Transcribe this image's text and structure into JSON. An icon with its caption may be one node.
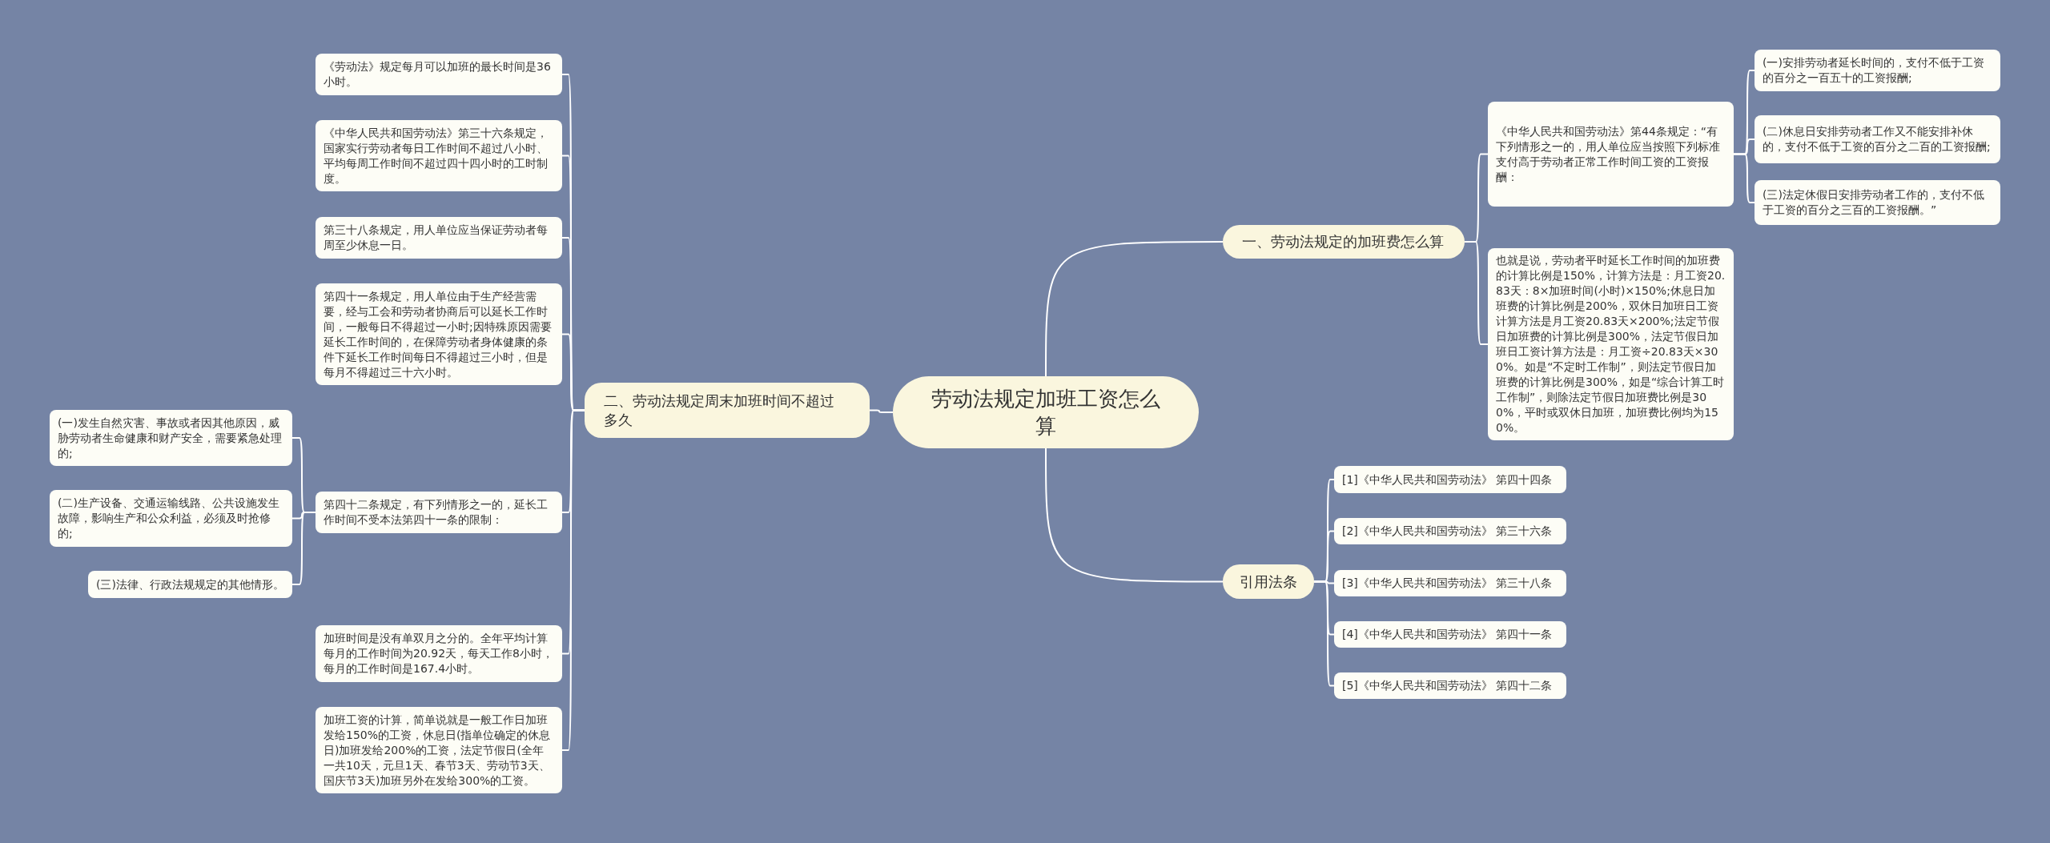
{
  "diagram": {
    "nodes": [
      {
        "text": [
          "劳动法规定加班工资怎么算"
        ]
      },
      {
        "text": [
          "一、劳动法规定的加班费怎么算"
        ]
      },
      {
        "text": [
          "《中华人民共和国劳动法》第44条规定：“有下列情形之一的，用人单位应当按照下列标准支付高于劳动者正常工作时间工资的工资报酬："
        ]
      },
      {
        "text": [
          "(一)安排劳动者延长时间的，支付不低于工资的百分之一百五十的工资报酬;"
        ]
      },
      {
        "text": [
          "(二)休息日安排劳动者工作又不能安排补休的，支付不低于工资的百分之二百的工资报酬;"
        ]
      },
      {
        "text": [
          "(三)法定休假日安排劳动者工作的，支付不低于工资的百分之三百的工资报酬。”"
        ]
      },
      {
        "text": [
          "也就是说，劳动者平时延长工作时间的加班费的计算比例是150%，计算方法是：月工资20.83天：8×加班时间(小时)×150%;休息日加班费的计算比例是200%，双休日加班日工资计算方法是月工资20.83天×200%;法定节假日加班费的计算比例是300%，法定节假日加班日工资计算方法是：月工资÷20.83天×300%。如是“不定时工作制”，则法定节假日加班费的计算比例是300%，如是“综合计算工时工作制”，则除法定节假日加班费比例是300%，平时或双休日加班，加班费比例均为150%。"
        ]
      },
      {
        "text": [
          "引用法条"
        ]
      },
      {
        "text": [
          "[1]《中华人民共和国劳动法》 第四十四条"
        ]
      },
      {
        "text": [
          "[2]《中华人民共和国劳动法》 第三十六条"
        ]
      },
      {
        "text": [
          "[3]《中华人民共和国劳动法》 第三十八条"
        ]
      },
      {
        "text": [
          "[4]《中华人民共和国劳动法》 第四十一条"
        ]
      },
      {
        "text": [
          "[5]《中华人民共和国劳动法》 第四十二条"
        ]
      },
      {
        "text": [
          "二、劳动法规定周末加班时间不超过多久"
        ]
      },
      {
        "text": [
          "《劳动法》规定每月可以加班的最长时间是36小时。"
        ]
      },
      {
        "text": [
          "《中华人民共和国劳动法》第三十六条规定，国家实行劳动者每日工作时间不超过八小时、平均每周工作时间不超过四十四小时的工时制度。"
        ]
      },
      {
        "text": [
          "第三十八条规定，用人单位应当保证劳动者每周至少休息一日。"
        ]
      },
      {
        "text": [
          "第四十一条规定，用人单位由于生产经营需要，经与工会和劳动者协商后可以延长工作时间，一般每日不得超过一小时;因特殊原因需要延长工作时间的，在保障劳动者身体健康的条件下延长工作时间每日不得超过三小时，但是每月不得超过三十六小时。"
        ]
      },
      {
        "text": [
          "第四十二条规定，有下列情形之一的，延长工作时间不受本法第四十一条的限制："
        ]
      },
      {
        "text": [
          "(一)发生自然灾害、事故或者因其他原因，威胁劳动者生命健康和财产安全，需要紧急处理的;"
        ]
      },
      {
        "text": [
          "(二)生产设备、交通运输线路、公共设施发生故障，影响生产和公众利益，必须及时抢修的;"
        ]
      },
      {
        "text": [
          "(三)法律、行政法规规定的其他情形。"
        ]
      },
      {
        "text": [
          "加班时间是没有单双月之分的。全年平均计算每月的工作时间为20.92天，每天工作8小时，每月的工作时间是167.4小时。"
        ]
      },
      {
        "text": [
          "加班工资的计算，简单说就是一般工作日加班发给150%的工资，休息日(指单位确定的休息日)加班发给200%的工资，法定节假日(全年一共10天，元旦1天、春节3天、劳动节3天、国庆节3天)加班另外在发给300%的工资。"
        ]
      }
    ],
    "edges": [
      {
        "from": 0,
        "to": 1,
        "arrow": "none"
      },
      {
        "from": 1,
        "to": 2,
        "arrow": "none"
      },
      {
        "from": 2,
        "to": 3,
        "arrow": "none"
      },
      {
        "from": 2,
        "to": 4,
        "arrow": "none"
      },
      {
        "from": 2,
        "to": 5,
        "arrow": "none"
      },
      {
        "from": 1,
        "to": 6,
        "arrow": "none"
      },
      {
        "from": 0,
        "to": 7,
        "arrow": "none"
      },
      {
        "from": 7,
        "to": 8,
        "arrow": "none"
      },
      {
        "from": 7,
        "to": 9,
        "arrow": "none"
      },
      {
        "from": 7,
        "to": 10,
        "arrow": "none"
      },
      {
        "from": 7,
        "to": 11,
        "arrow": "none"
      },
      {
        "from": 7,
        "to": 12,
        "arrow": "none"
      },
      {
        "from": 0,
        "to": 13,
        "arrow": "none"
      },
      {
        "from": 13,
        "to": 14,
        "arrow": "none"
      },
      {
        "from": 13,
        "to": 15,
        "arrow": "none"
      },
      {
        "from": 13,
        "to": 16,
        "arrow": "none"
      },
      {
        "from": 13,
        "to": 17,
        "arrow": "none"
      },
      {
        "from": 13,
        "to": 18,
        "arrow": "none"
      },
      {
        "from": 18,
        "to": 19,
        "arrow": "none"
      },
      {
        "from": 18,
        "to": 20,
        "arrow": "none"
      },
      {
        "from": 18,
        "to": 21,
        "arrow": "none"
      },
      {
        "from": 13,
        "to": 22,
        "arrow": "none"
      },
      {
        "from": 13,
        "to": 23,
        "arrow": "none"
      }
    ]
  }
}
